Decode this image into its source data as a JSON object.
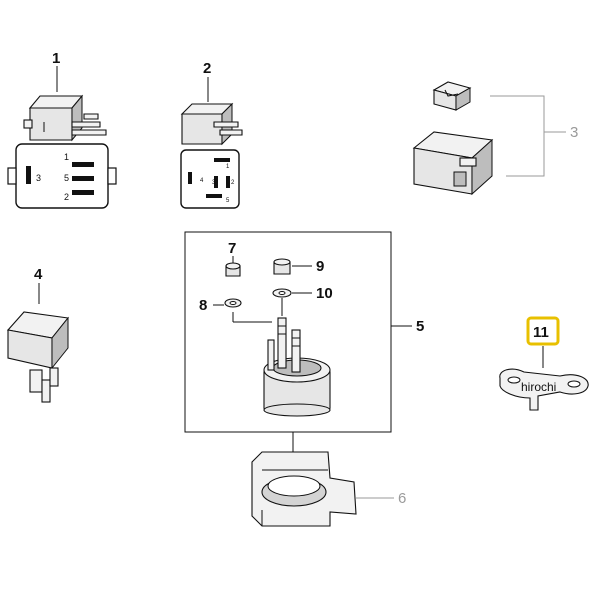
{
  "callouts": {
    "c1": "1",
    "c2": "2",
    "c3": "3",
    "c4": "4",
    "c5": "5",
    "c6": "6",
    "c7": "7",
    "c8": "8",
    "c9": "9",
    "c10": "10",
    "c11": "11"
  },
  "relay1_pins": {
    "p1": "1",
    "p3": "3",
    "p5": "5",
    "p2": "2"
  },
  "relay2_pins": {
    "p1": "1",
    "p2": "2",
    "p4": "4",
    "p3": "3",
    "p5": "5"
  },
  "watermark": "hirochi",
  "colors": {
    "highlight": "#e8c000",
    "gray_callout": "#9a9a9a"
  }
}
